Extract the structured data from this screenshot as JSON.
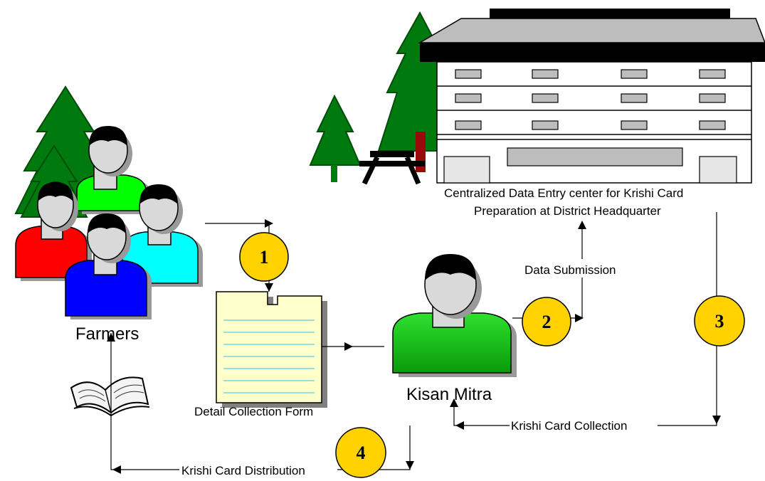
{
  "labels": {
    "farmers": "Farmers",
    "form": "Detail Collection Form",
    "kisan_mitra": "Kisan Mitra",
    "center_line1": "Centralized Data Entry center for Krishi Card",
    "center_line2": "Preparation at District Headquarter",
    "data_submission": "Data Submission",
    "card_collection": "Krishi Card Collection",
    "card_distribution": "Krishi Card Distribution"
  },
  "steps": [
    "1",
    "2",
    "3",
    "4"
  ],
  "colors": {
    "step_fill": "#ffd200",
    "tree": "#007a0e",
    "farmer_red": "#ff0000",
    "farmer_green": "#00ff00",
    "farmer_cyan": "#00ffff",
    "farmer_blue": "#0000ff",
    "kisan_green": "#11b411",
    "form_paper": "#ffffcc",
    "building_dark": "#000000"
  },
  "icons": [
    "tree-icon",
    "person-icon",
    "document-icon",
    "building-icon",
    "bench-icon",
    "open-book-icon"
  ]
}
